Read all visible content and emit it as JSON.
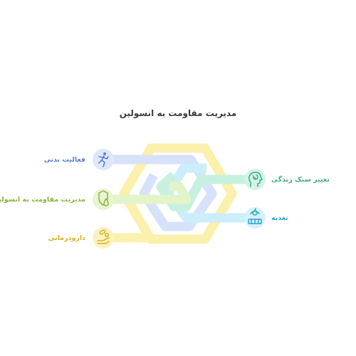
{
  "title": "مدیریت مقاومت به انسولین",
  "items": [
    {
      "label": "فعالیت بدنی",
      "color": "#5b7fd4",
      "icon": "running-person-icon"
    },
    {
      "label": "مدیریت مقاومت به انسولین",
      "color": "#8cb43c",
      "icon": "shield-drop-icon"
    },
    {
      "label": "دارودرمانی",
      "color": "#d6b21e",
      "icon": "pills-hand-icon"
    },
    {
      "label": "تغییر سبک زندگی",
      "color": "#3dae7e",
      "icon": "head-refresh-icon"
    },
    {
      "label": "تغذیه",
      "color": "#2aa5cf",
      "icon": "food-bowl-icon"
    }
  ],
  "colors": {
    "blue_band": "#d7e2fa",
    "green_band": "#e3f4c9",
    "yellow_band": "#fbf0ac",
    "teal_band": "#c8f0e0",
    "cyan_band": "#cbeefa"
  }
}
